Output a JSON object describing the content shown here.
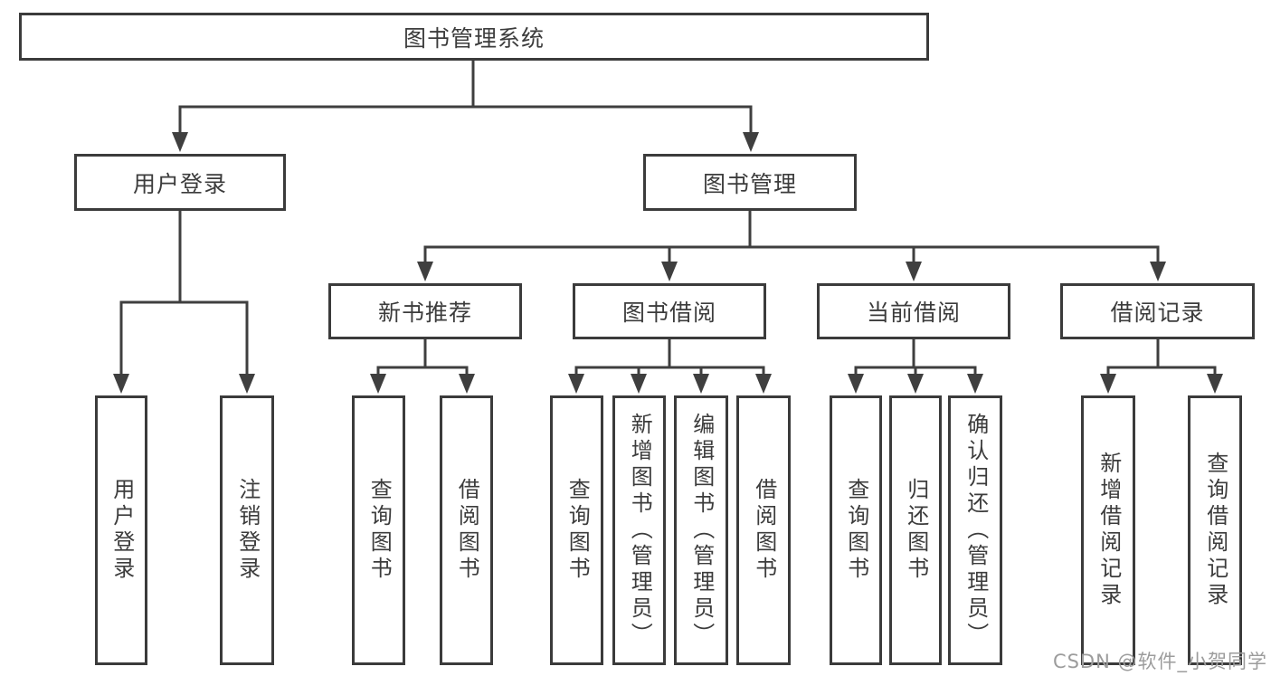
{
  "tree": {
    "label": "图书管理系统",
    "children": [
      {
        "label": "用户登录",
        "children": [
          {
            "label": "用户登录"
          },
          {
            "label": "注销登录"
          }
        ]
      },
      {
        "label": "图书管理",
        "children": [
          {
            "label": "新书推荐",
            "children": [
              {
                "label": "查询图书"
              },
              {
                "label": "借阅图书"
              }
            ]
          },
          {
            "label": "图书借阅",
            "children": [
              {
                "label": "查询图书"
              },
              {
                "label": "新增图书（管理员）"
              },
              {
                "label": "编辑图书（管理员）"
              },
              {
                "label": "借阅图书"
              }
            ]
          },
          {
            "label": "当前借阅",
            "children": [
              {
                "label": "查询图书"
              },
              {
                "label": "归还图书"
              },
              {
                "label": "确认归还（管理员）"
              }
            ]
          },
          {
            "label": "借阅记录",
            "children": [
              {
                "label": "新增借阅记录"
              },
              {
                "label": "查询借阅记录"
              }
            ]
          }
        ]
      }
    ]
  },
  "watermark": "CSDN @软件_小贺同学",
  "colors": {
    "line": "#3f3f3f",
    "box_border": "#3b3b3b",
    "text": "#3c3c3c",
    "background": "#ffffff",
    "watermark": "#9c9c9c"
  }
}
